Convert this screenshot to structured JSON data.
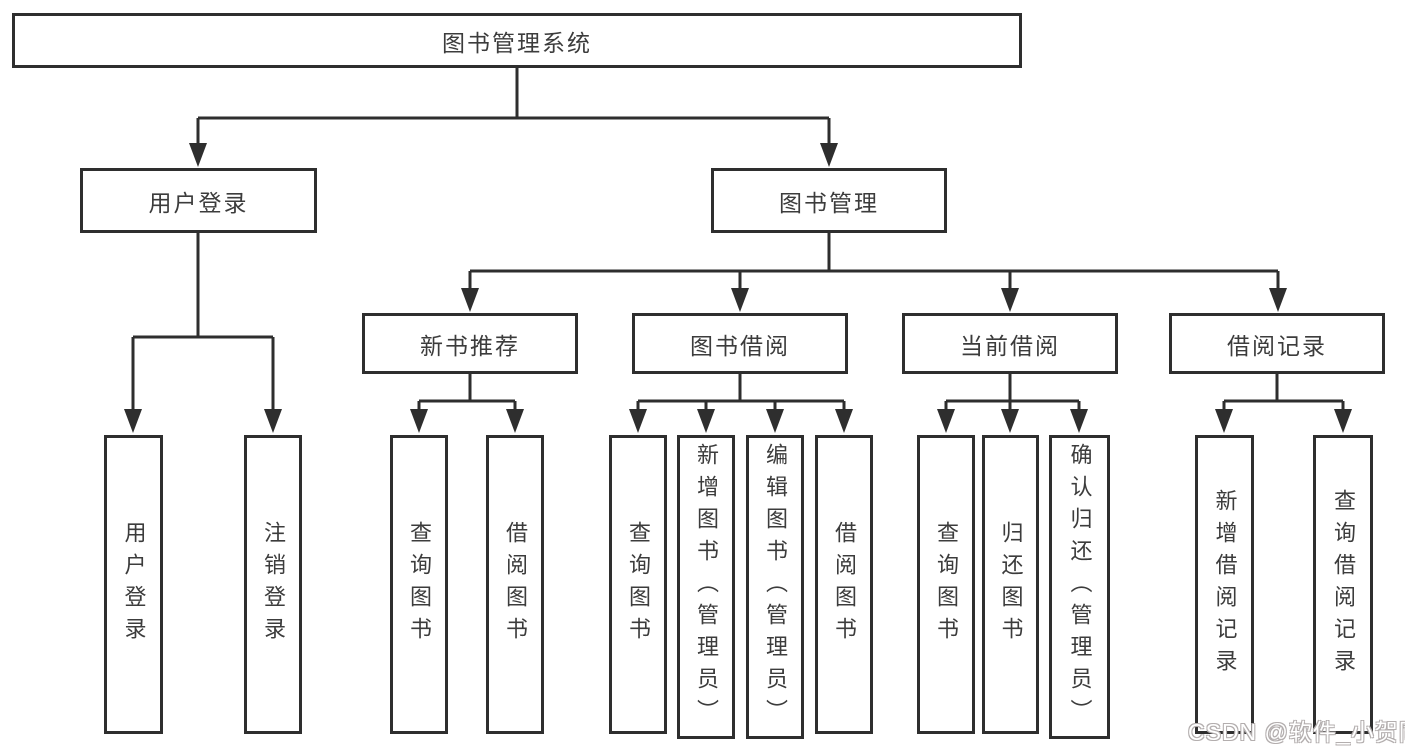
{
  "tree": {
    "root": {
      "label": "图书管理系统",
      "children": [
        {
          "label": "用户登录",
          "children": [
            {
              "label": "用户登录"
            },
            {
              "label": "注销登录"
            }
          ]
        },
        {
          "label": "图书管理",
          "children": [
            {
              "label": "新书推荐",
              "children": [
                {
                  "label": "查询图书"
                },
                {
                  "label": "借阅图书"
                }
              ]
            },
            {
              "label": "图书借阅",
              "children": [
                {
                  "label": "查询图书"
                },
                {
                  "label": "新增图书（管理员）"
                },
                {
                  "label": "编辑图书（管理员）"
                },
                {
                  "label": "借阅图书"
                }
              ]
            },
            {
              "label": "当前借阅",
              "children": [
                {
                  "label": "查询图书"
                },
                {
                  "label": "归还图书"
                },
                {
                  "label": "确认归还（管理员）"
                }
              ]
            },
            {
              "label": "借阅记录",
              "children": [
                {
                  "label": "新增借阅记录"
                },
                {
                  "label": "查询借阅记录"
                }
              ]
            }
          ]
        }
      ]
    }
  },
  "watermark": {
    "text": "CSDN @软件_小贺同学"
  },
  "colors": {
    "line": "#2e2e2e",
    "text": "#3c3c3c",
    "background": "#ffffff",
    "watermark_fill": "#ffffff",
    "watermark_outline": "#b3aeae"
  }
}
